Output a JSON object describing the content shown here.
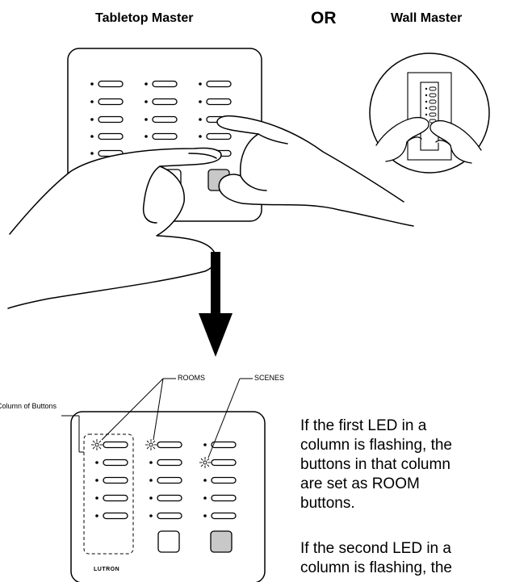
{
  "headers": {
    "tabletop": "Tabletop Master",
    "or": "OR",
    "wall": "Wall Master"
  },
  "labels": {
    "rooms": "ROOMS",
    "scenes": "SCENES",
    "column": "Column of Buttons",
    "brand": "LUTRON"
  },
  "paragraphs": {
    "p1": [
      "If the first LED in a",
      "column is flashing, the",
      "buttons in that column",
      "are set as ROOM",
      "buttons."
    ],
    "p2": [
      "If the second LED in a",
      "column is flashing, the"
    ]
  }
}
